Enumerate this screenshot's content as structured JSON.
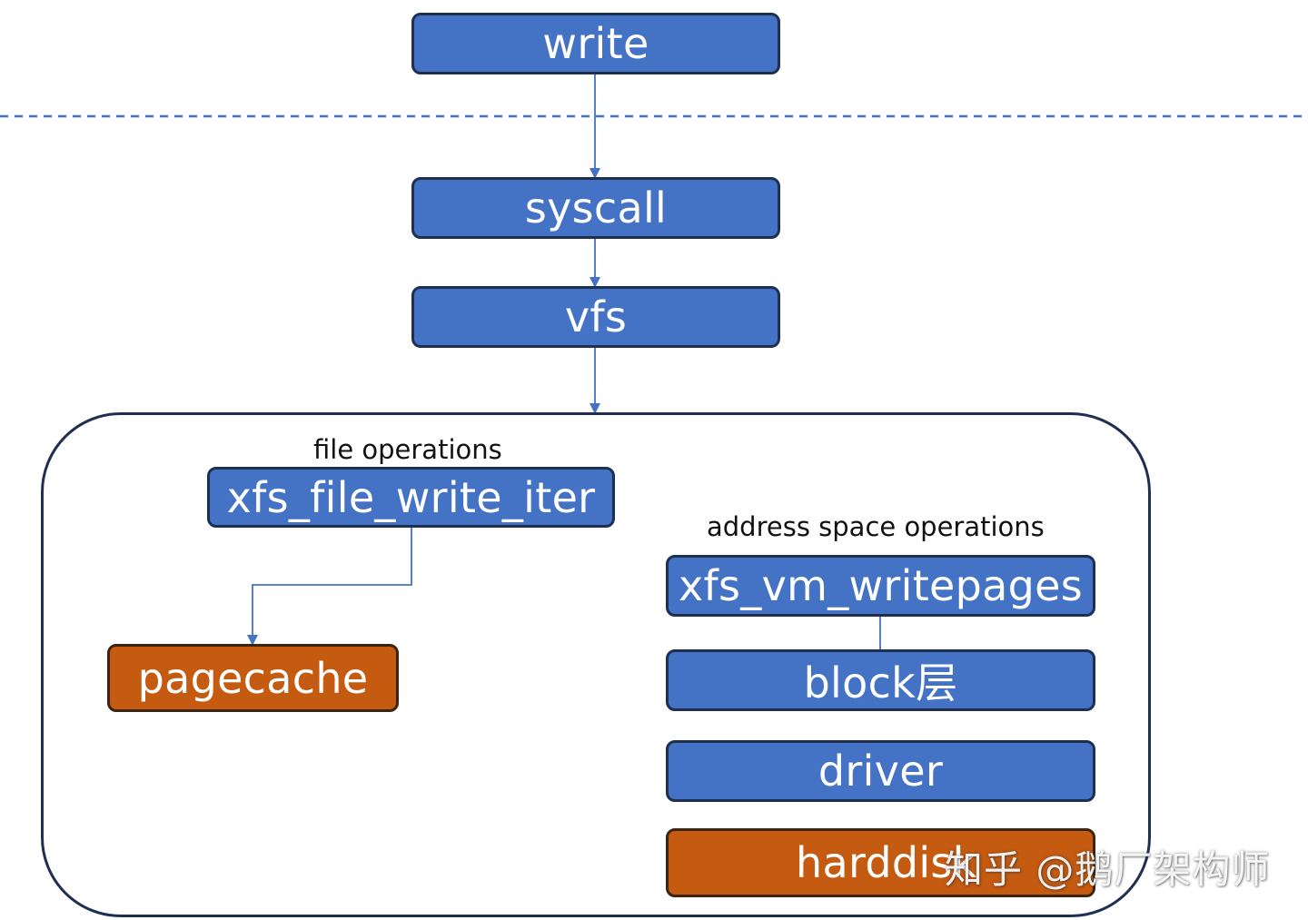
{
  "diagram": {
    "nodes": {
      "write": "write",
      "syscall": "syscall",
      "vfs": "vfs",
      "xfs_file_write_iter": "xfs_file_write_iter",
      "pagecache": "pagecache",
      "xfs_vm_writepages": "xfs_vm_writepages",
      "block": "block层",
      "driver": "driver",
      "harddisk": "harddisk"
    },
    "group_labels": {
      "file_operations": "file operations",
      "address_space_operations": "address space operations"
    },
    "colors": {
      "node_blue": "#4472c4",
      "node_orange": "#c55a11",
      "border": "#1f2f52",
      "connector": "#4472c4",
      "separator": "#4472c4"
    },
    "edges": [
      {
        "from": "write",
        "to": "syscall",
        "arrow": true
      },
      {
        "from": "syscall",
        "to": "vfs",
        "arrow": true
      },
      {
        "from": "vfs",
        "to": "group",
        "arrow": true
      },
      {
        "from": "xfs_file_write_iter",
        "to": "pagecache",
        "arrow": true
      },
      {
        "from": "xfs_vm_writepages",
        "to": "block",
        "arrow": false
      }
    ]
  },
  "watermark": "知乎 @鹅厂架构师"
}
